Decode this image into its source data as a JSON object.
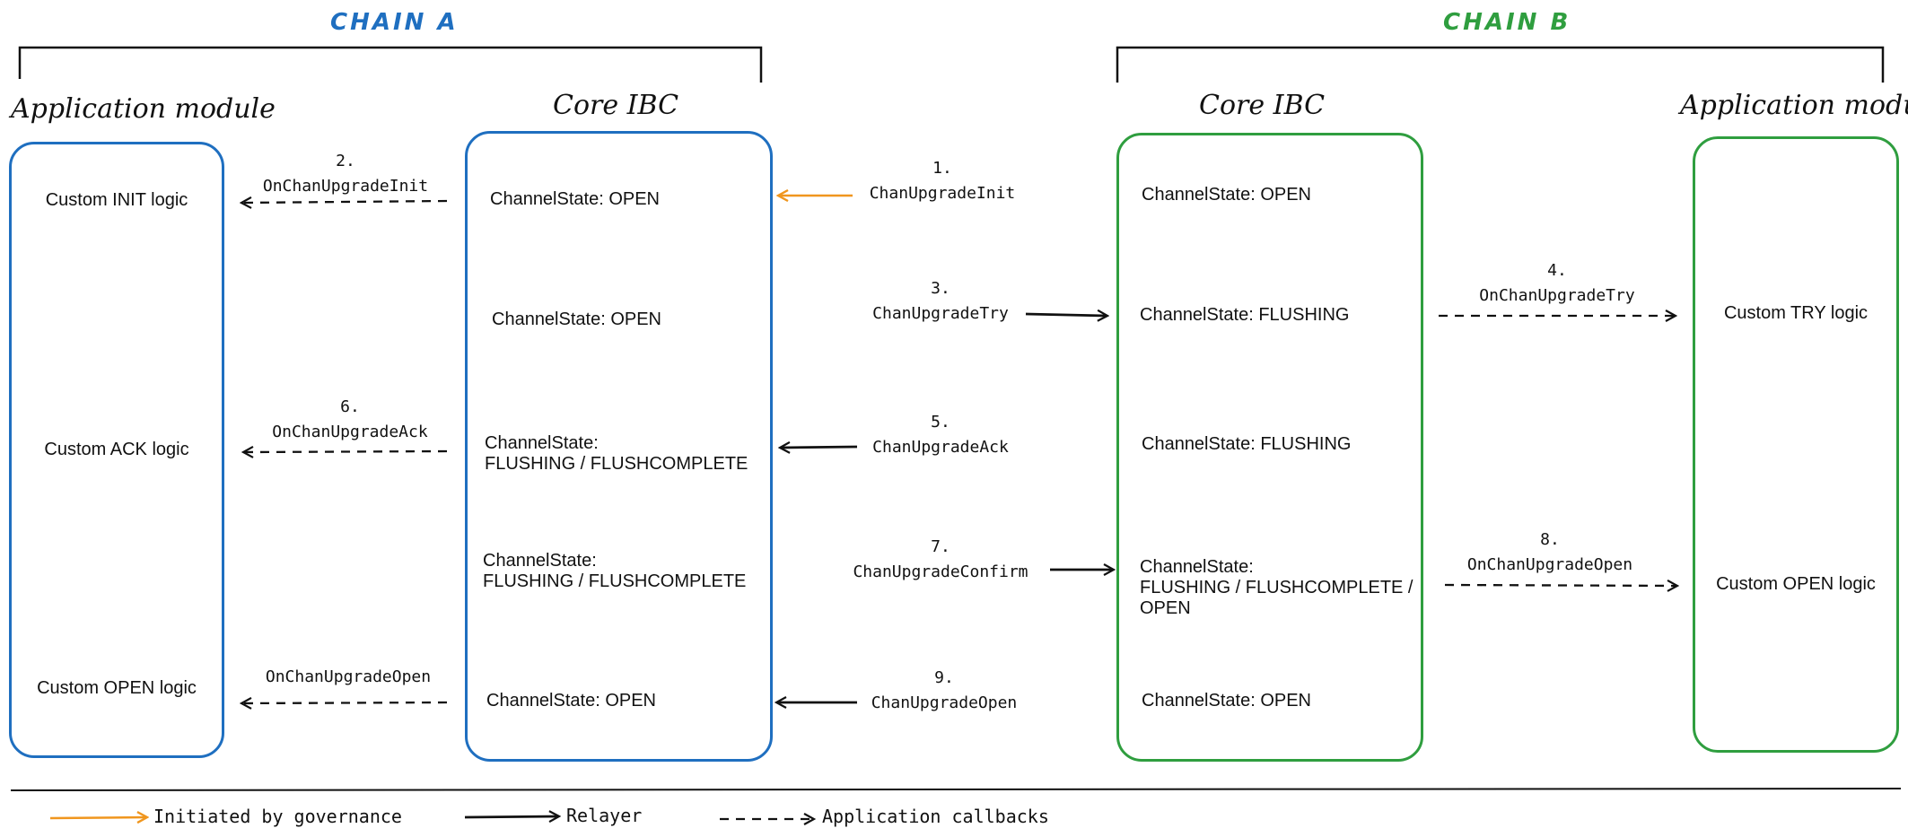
{
  "colors": {
    "chain_a": "#1f6fc0",
    "chain_b": "#2f9e3f",
    "governance": "#f0961e",
    "relayer": "#111111"
  },
  "chain_a": {
    "label": "CHAIN A",
    "app_title": "Application module",
    "core_title": "Core IBC",
    "app_logic": [
      "Custom INIT logic",
      "Custom ACK logic",
      "Custom OPEN logic"
    ],
    "core_states": [
      "ChannelState: OPEN",
      "ChannelState: OPEN",
      "ChannelState:\nFLUSHING / FLUSHCOMPLETE",
      "ChannelState:\nFLUSHING / FLUSHCOMPLETE",
      "ChannelState: OPEN"
    ]
  },
  "chain_b": {
    "label": "CHAIN B",
    "app_title": "Application module",
    "core_title": "Core IBC",
    "app_logic": [
      "Custom TRY logic",
      "Custom OPEN logic"
    ],
    "core_states": [
      "ChannelState: OPEN",
      "ChannelState: FLUSHING",
      "ChannelState: FLUSHING",
      "ChannelState:\nFLUSHING / FLUSHCOMPLETE /\nOPEN",
      "ChannelState: OPEN"
    ]
  },
  "messages": [
    {
      "step": "1.",
      "name": "ChanUpgradeInit",
      "kind": "governance"
    },
    {
      "step": "2.",
      "name": "OnChanUpgradeInit",
      "kind": "callback"
    },
    {
      "step": "3.",
      "name": "ChanUpgradeTry",
      "kind": "relayer"
    },
    {
      "step": "4.",
      "name": "OnChanUpgradeTry",
      "kind": "callback"
    },
    {
      "step": "5.",
      "name": "ChanUpgradeAck",
      "kind": "relayer"
    },
    {
      "step": "6.",
      "name": "OnChanUpgradeAck",
      "kind": "callback"
    },
    {
      "step": "7.",
      "name": "ChanUpgradeConfirm",
      "kind": "relayer"
    },
    {
      "step": "8.",
      "name": "OnChanUpgradeOpen",
      "kind": "callback"
    },
    {
      "step": "9.",
      "name": "ChanUpgradeOpen",
      "kind": "relayer"
    },
    {
      "step": "",
      "name": "OnChanUpgradeOpen",
      "kind": "callback"
    }
  ],
  "legend": {
    "governance": "Initiated by governance",
    "relayer": "Relayer",
    "callbacks": "Application callbacks"
  }
}
